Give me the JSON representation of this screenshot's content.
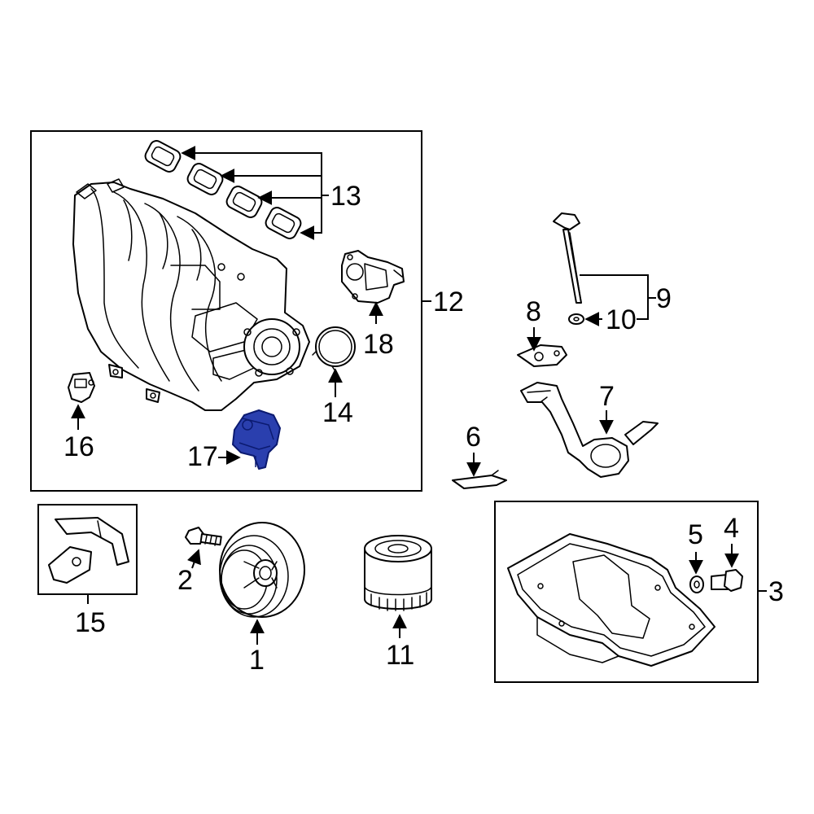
{
  "colors": {
    "highlight": "#2a3fae",
    "line": "#000000",
    "background": "#ffffff"
  },
  "callouts": {
    "c1": "1",
    "c2": "2",
    "c3": "3",
    "c4": "4",
    "c5": "5",
    "c6": "6",
    "c7": "7",
    "c8": "8",
    "c9": "9",
    "c10": "10",
    "c11": "11",
    "c12": "12",
    "c13": "13",
    "c14": "14",
    "c15": "15",
    "c16": "16",
    "c17": "17",
    "c18": "18"
  },
  "highlighted_part": "17"
}
